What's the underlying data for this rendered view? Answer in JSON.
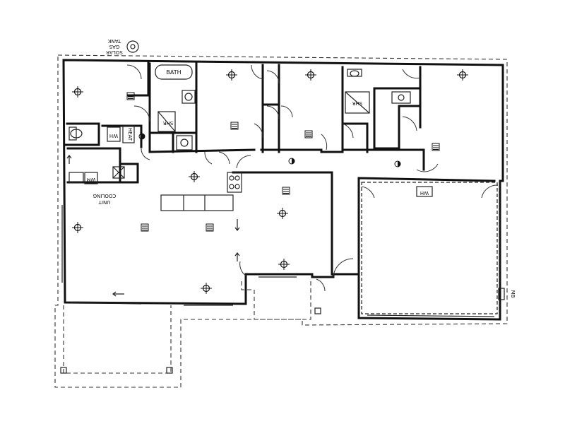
{
  "labels": {
    "bath": "BATH",
    "shr_1": "SHR",
    "shr_2": "SHR",
    "heat": "HEAT",
    "wh_1": "WH",
    "wh_2": "WH",
    "wm": "WM",
    "cooling_line1": "COOLING",
    "cooling_line2": "UNIT",
    "solar_line1": "SOLAR",
    "solar_line2": "GAS",
    "solar_line3": "TANK",
    "mb": "MB"
  },
  "icons": {
    "ceiling_light": "circle-crosshair",
    "power_point": "small-grid-box",
    "toilet": "toilet-outline",
    "door_swing": "quarter-arc"
  }
}
